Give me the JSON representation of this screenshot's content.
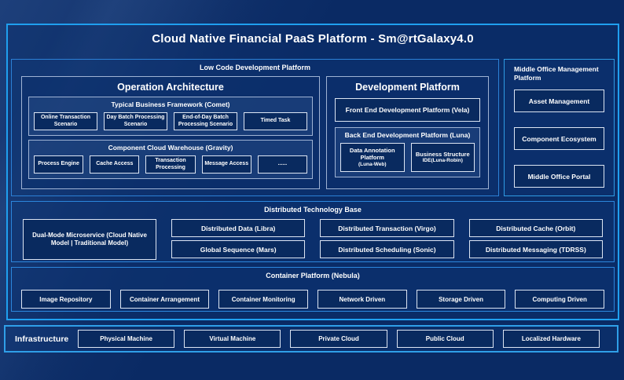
{
  "title": "Cloud Native Financial PaaS Platform - Sm@rtGalaxy4.0",
  "low_code": {
    "label": "Low Code Development Platform",
    "operation_architecture": {
      "title": "Operation Architecture",
      "comet": {
        "label": "Typical Business Framework (Comet)",
        "items": [
          "Online Transaction Scenario",
          "Day Batch Processing Scenario",
          "End-of-Day Batch Processing Scenario",
          "Timed Task"
        ]
      },
      "gravity": {
        "label": "Component Cloud Warehouse (Gravity)",
        "items": [
          "Process Engine",
          "Cache Access",
          "Transaction Processing",
          "Message Access",
          "......"
        ]
      }
    },
    "development_platform": {
      "title": "Development Platform",
      "front_end": "Front End Development Platform (Vela)",
      "back_end": {
        "label": "Back End Development Platform (Luna)",
        "items": [
          {
            "name": "Data Annotation Platform",
            "sub": "(Luna-Web)"
          },
          {
            "name": "Business Structure",
            "sub": "IDE(Luna-Robin)"
          }
        ]
      }
    }
  },
  "middle_office": {
    "label": "Middle Office Management Platform",
    "items": [
      "Asset Management",
      "Component Ecosystem",
      "Middle Office Portal"
    ]
  },
  "distributed": {
    "label": "Distributed Technology Base",
    "dual_mode": "Dual-Mode Microservice (Cloud Native Model | Traditional Model)",
    "row1": [
      "Distributed Data (Libra)",
      "Distributed Transaction (Virgo)",
      "Distributed Cache (Orbit)"
    ],
    "row2": [
      "Global Sequence (Mars)",
      "Distributed Scheduling (Sonic)",
      "Distributed Messaging (TDRSS)"
    ]
  },
  "container_platform": {
    "label": "Container Platform (Nebula)",
    "items": [
      "Image Repository",
      "Container Arrangement",
      "Container Monitoring",
      "Network Driven",
      "Storage Driven",
      "Computing Driven"
    ]
  },
  "infrastructure": {
    "label": "Infrastructure",
    "items": [
      "Physical Machine",
      "Virtual Machine",
      "Private Cloud",
      "Public Cloud",
      "Localized Hardware"
    ]
  },
  "colors": {
    "background": "#0A2A64",
    "frame_border": "#1F9FEF",
    "section_border": "#2C86DC",
    "mid_border": "#9FB3D4",
    "leaf_border": "#DCE5F3",
    "leaf_fill": "#092A5F",
    "text": "#FFFFFF"
  }
}
